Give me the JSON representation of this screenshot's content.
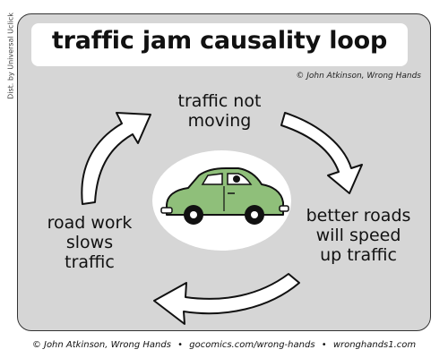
{
  "side_credit": "Dist. by Universal Uclick",
  "title": "traffic jam causality loop",
  "copyright": "© John Atkinson, Wrong Hands",
  "cycle": {
    "top_lines": [
      "traffic not",
      "moving"
    ],
    "right_lines": [
      "better roads",
      "will speed",
      "up traffic"
    ],
    "left_lines": [
      "road work",
      "slows",
      "traffic"
    ]
  },
  "footer": {
    "credit": "© John Atkinson, Wrong Hands",
    "site1": "gocomics.com/wrong-hands",
    "site2": "wronghands1.com",
    "separator": "•"
  },
  "colors": {
    "panel": "#d6d6d6",
    "car_body": "#8fbf7a",
    "outline": "#111111"
  },
  "icons": [
    "car-illustration",
    "cycle-arrow"
  ]
}
